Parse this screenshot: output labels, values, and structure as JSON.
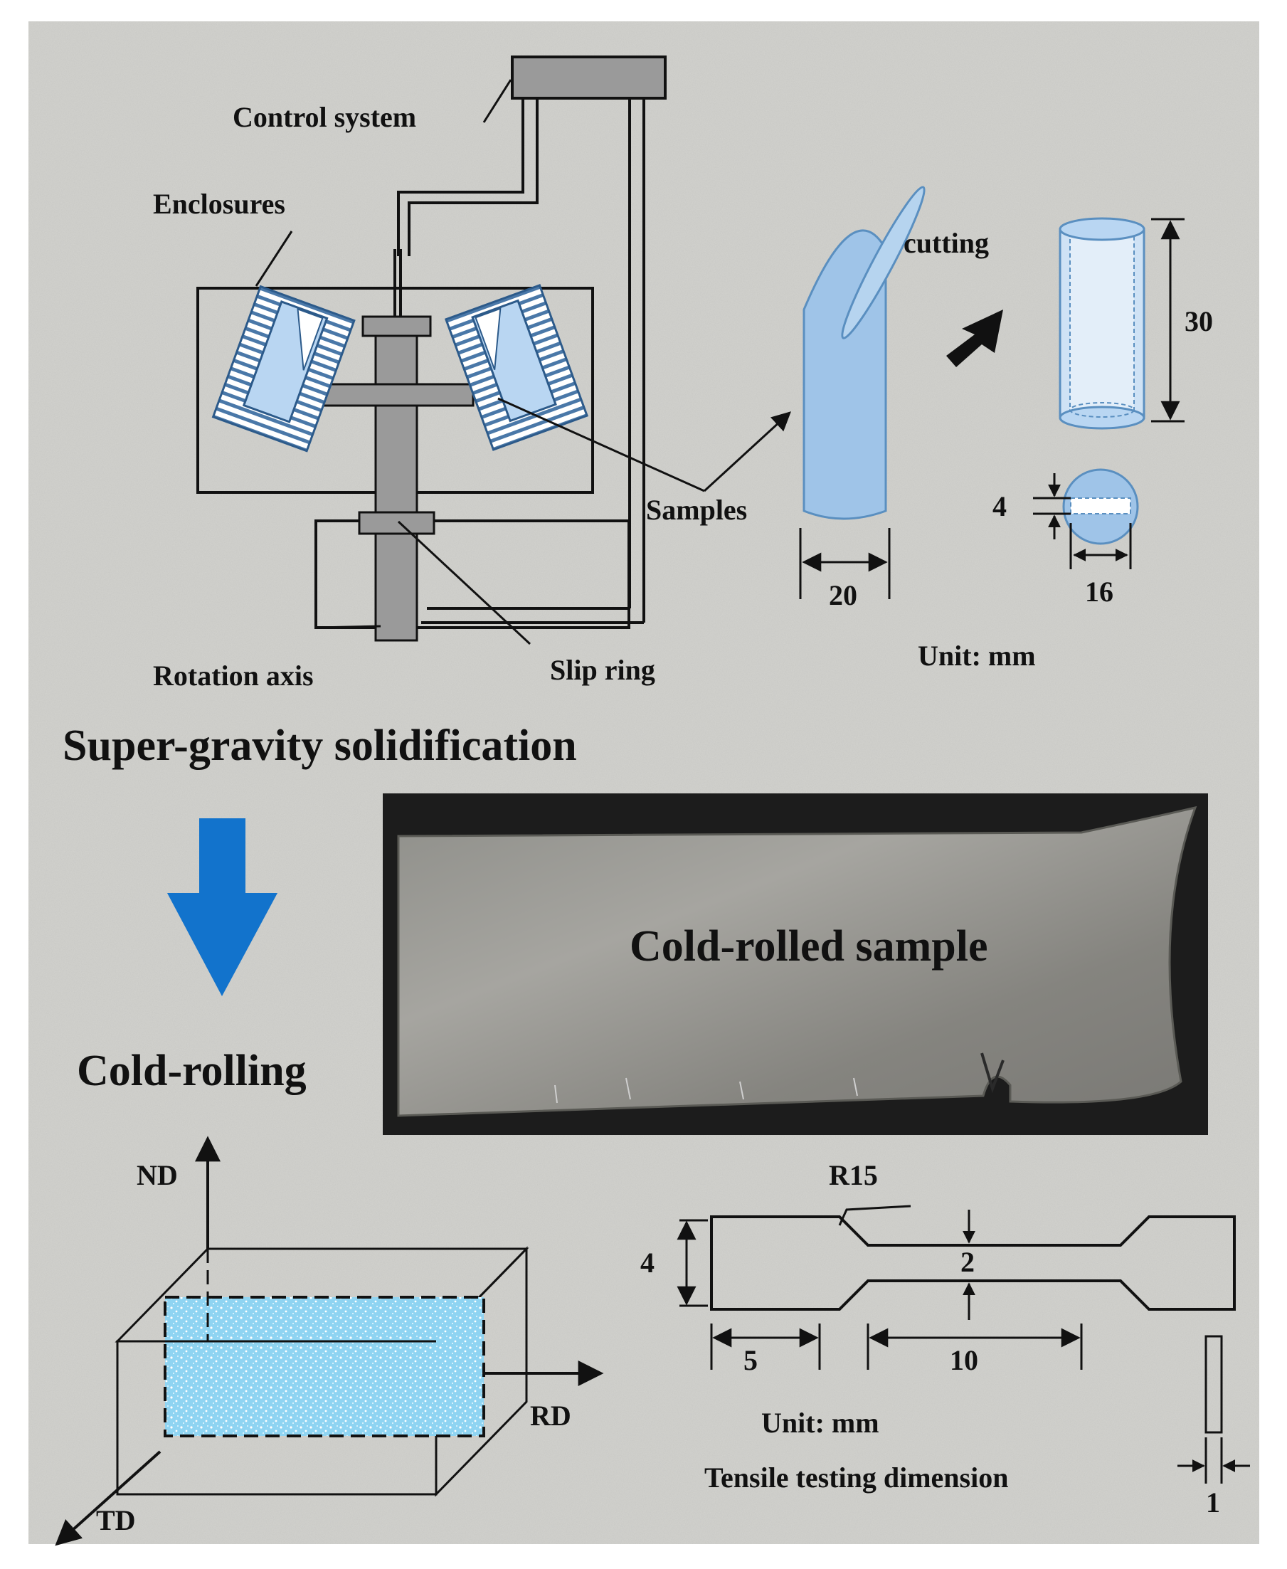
{
  "apparatus": {
    "control_system": "Control system",
    "enclosures": "Enclosures",
    "samples": "Samples",
    "rotation_axis": "Rotation axis",
    "slip_ring": "Slip ring"
  },
  "sample_prep": {
    "cutting": "cutting",
    "diameter": "20",
    "height": "30",
    "thickness": "4",
    "width": "16",
    "unit": "Unit: mm"
  },
  "process": {
    "step1": "Super-gravity solidification",
    "step2": "Cold-rolling",
    "photo_label": "Cold-rolled sample"
  },
  "axes": {
    "nd": "ND",
    "rd": "RD",
    "td": "TD"
  },
  "tensile": {
    "radius": "R15",
    "grip_width": "4",
    "gauge_width": "2",
    "grip_length": "5",
    "gauge_length": "10",
    "thickness": "1",
    "unit": "Unit: mm",
    "caption": "Tensile testing dimension"
  },
  "colors": {
    "background": "#d3d3cf",
    "sample_blue": "#9fc4e8",
    "mold_blue": "#4a78a8",
    "arrow_blue": "#1273cc",
    "shaft_gray": "#9a9a9a"
  }
}
